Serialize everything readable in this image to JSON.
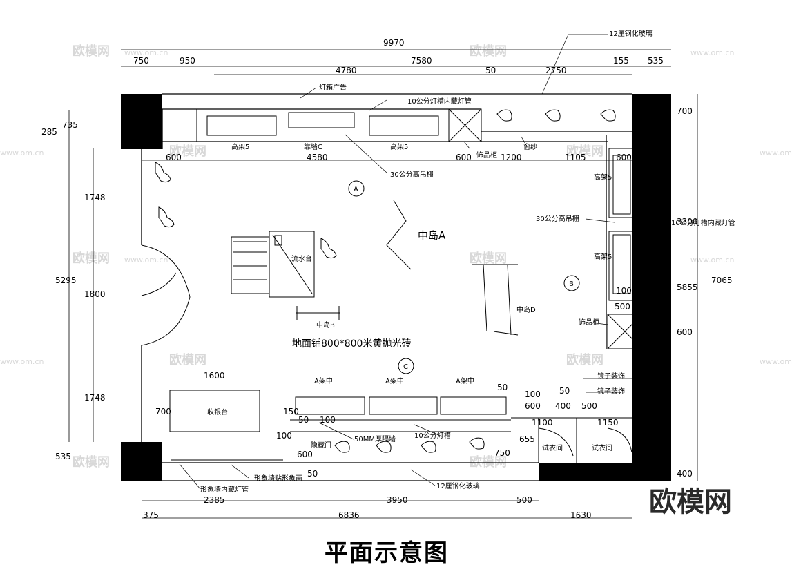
{
  "title": "平面示意图",
  "brand_logo": "欧模网",
  "watermark": {
    "text": "欧模网",
    "site": "www.om.cn"
  },
  "dimensions": {
    "top_overall": "9970",
    "top_row1": [
      "750",
      "950",
      "7580",
      "155",
      "535"
    ],
    "top_row2": [
      "4780",
      "50",
      "2750"
    ],
    "upper_inner": [
      "600",
      "4580",
      "600",
      "1200",
      "1105",
      "600"
    ],
    "left_outer": [
      "285",
      "5295",
      "535"
    ],
    "left_inner": [
      "735",
      "1748",
      "1800",
      "1748"
    ],
    "right_outer": [
      "7065"
    ],
    "right_inner": [
      "700",
      "3300",
      "5855",
      "600",
      "400"
    ],
    "bottom_row1": [
      "2385",
      "3950",
      "500"
    ],
    "bottom_row2": [
      "375",
      "6836",
      "1630"
    ],
    "cashier_width": "1600",
    "cashier_depth": "700",
    "misc": [
      "50",
      "50",
      "100",
      "100",
      "150",
      "50",
      "100",
      "600",
      "400",
      "500",
      "1100",
      "1150",
      "655",
      "750",
      "50",
      "600",
      "100",
      "500"
    ]
  },
  "labels": {
    "lightbox_ad": "灯箱广告",
    "tube_top": "10公分灯槽内藏灯管",
    "high_shelf_left": "高架5",
    "wall_c": "靠墙C",
    "high_shelf_mid": "高架5",
    "decor_cabinet_top": "饰品柜",
    "gauze": "窗纱",
    "ceiling_30_top": "30公分高吊棚",
    "glass_top": "12厘钢化玻璃",
    "island_a": "中岛A",
    "island_b": "中岛B",
    "island_d": "中岛D",
    "display_table": "流水台",
    "ceiling_30_right": "30公分高吊棚",
    "tube_right": "10公分灯槽内藏灯管",
    "high_shelf_right_1": "高架5",
    "high_shelf_right_2": "高架5",
    "decor_cabinet_right": "饰品柜",
    "floor_tile": "地面铺800*800米黄抛光砖",
    "mirror_1": "镜子装饰",
    "mirror_2": "镜子装饰",
    "cashier": "收银台",
    "hidden_door": "隐藏门",
    "partition": "50MM厚隔墙",
    "tube_bottom": "10公分灯槽",
    "fitting_room_1": "试衣间",
    "fitting_room_2": "试衣间",
    "image_wall_tube": "形象墙内藏灯管",
    "image_wall_art": "形象墙贴形象画",
    "glass_bottom": "12厘钢化玻璃",
    "low_shelf_1": "A架中",
    "low_shelf_2": "A架中",
    "low_shelf_3": "A架中",
    "marker_a": "A",
    "marker_b": "B",
    "marker_c": "C"
  }
}
